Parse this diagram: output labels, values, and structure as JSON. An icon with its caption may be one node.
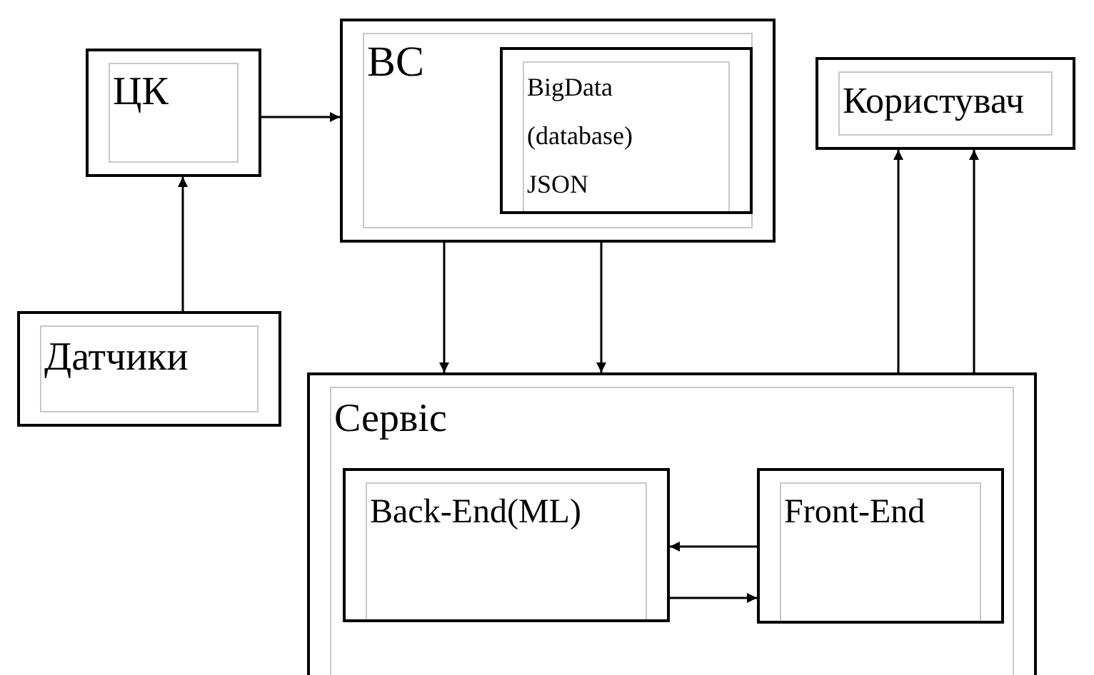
{
  "diagram": {
    "nodes": [
      {
        "text": [
          "ЦК"
        ]
      },
      {
        "text": [
          "ВС"
        ]
      },
      {
        "text": [
          "BigData",
          "(database)",
          "JSON"
        ],
        "in": 1
      },
      {
        "text": [
          "Користувач"
        ]
      },
      {
        "text": [
          "Датчики"
        ]
      },
      {
        "text": [
          "Сервіс"
        ]
      },
      {
        "text": [
          "Back-End(ML)"
        ],
        "in": 5
      },
      {
        "text": [
          "Front-End"
        ],
        "in": 5
      }
    ],
    "edges": [
      {
        "from": 0,
        "to": 1,
        "arrow": "to"
      },
      {
        "from": 4,
        "to": 0,
        "arrow": "to"
      },
      {
        "from": 1,
        "to": 5,
        "arrow": "to"
      },
      {
        "from": 1,
        "to": 5,
        "arrow": "to"
      },
      {
        "from": 5,
        "to": 3,
        "arrow": "to"
      },
      {
        "from": 5,
        "to": 3,
        "arrow": "to"
      },
      {
        "from": 7,
        "to": 6,
        "arrow": "to"
      },
      {
        "from": 6,
        "to": 7,
        "arrow": "to"
      }
    ]
  }
}
